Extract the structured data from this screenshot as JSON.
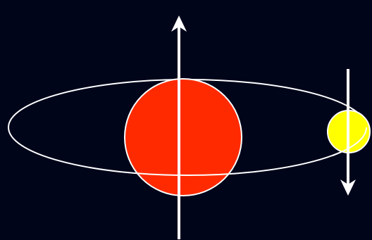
{
  "diagram": {
    "background_color": "#00051a",
    "line_color": "#ffffff",
    "primary_body": {
      "fill_color": "#ff2a00",
      "outline_color": "#ffffff"
    },
    "companion_body": {
      "fill_color": "#ffff00",
      "outline_color": "#ffffff"
    },
    "arrows": [
      {
        "name": "rotation-axis-arrow",
        "direction": "up"
      },
      {
        "name": "companion-motion-arrow",
        "direction": "down"
      }
    ]
  }
}
